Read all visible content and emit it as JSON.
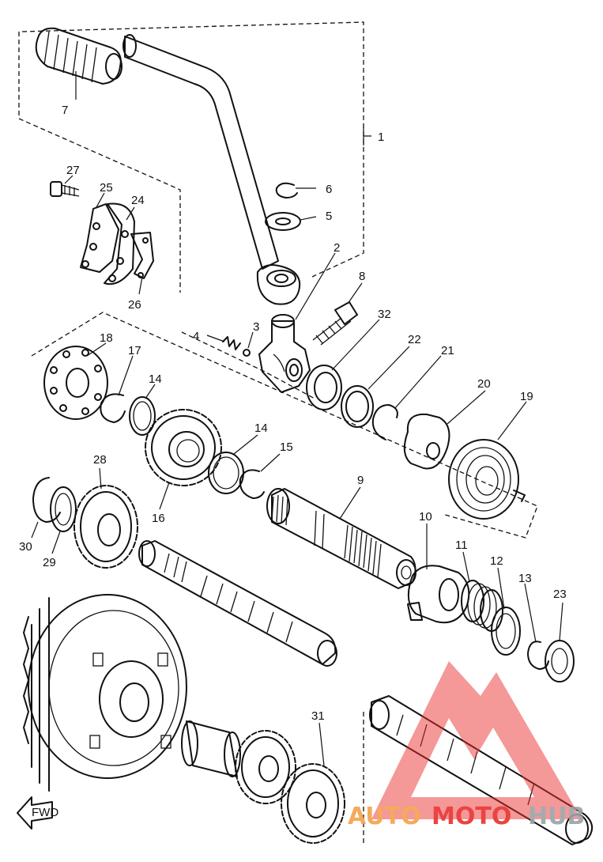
{
  "diagram": {
    "callouts": [
      {
        "id": "7",
        "text": "7"
      },
      {
        "id": "1",
        "text": "1"
      },
      {
        "id": "27",
        "text": "27"
      },
      {
        "id": "25",
        "text": "25"
      },
      {
        "id": "24",
        "text": "24"
      },
      {
        "id": "26",
        "text": "26"
      },
      {
        "id": "6",
        "text": "6"
      },
      {
        "id": "5",
        "text": "5"
      },
      {
        "id": "2",
        "text": "2"
      },
      {
        "id": "8",
        "text": "8"
      },
      {
        "id": "4",
        "text": "4"
      },
      {
        "id": "3",
        "text": "3"
      },
      {
        "id": "32",
        "text": "32"
      },
      {
        "id": "22",
        "text": "22"
      },
      {
        "id": "21",
        "text": "21"
      },
      {
        "id": "20",
        "text": "20"
      },
      {
        "id": "19",
        "text": "19"
      },
      {
        "id": "18",
        "text": "18"
      },
      {
        "id": "17",
        "text": "17"
      },
      {
        "id": "14a",
        "text": "14"
      },
      {
        "id": "14b",
        "text": "14"
      },
      {
        "id": "15",
        "text": "15"
      },
      {
        "id": "9",
        "text": "9"
      },
      {
        "id": "16",
        "text": "16"
      },
      {
        "id": "28",
        "text": "28"
      },
      {
        "id": "30",
        "text": "30"
      },
      {
        "id": "29",
        "text": "29"
      },
      {
        "id": "10",
        "text": "10"
      },
      {
        "id": "11",
        "text": "11"
      },
      {
        "id": "12",
        "text": "12"
      },
      {
        "id": "13",
        "text": "13"
      },
      {
        "id": "23",
        "text": "23"
      },
      {
        "id": "31",
        "text": "31"
      }
    ],
    "fwd_label": "FWD"
  },
  "watermark": {
    "part1": "AUTO",
    "part2": "MOTO",
    "part3": "HUB",
    "color_orange": "#f4a14a",
    "color_red": "#e8302e",
    "color_gray": "#9aa3a8"
  }
}
